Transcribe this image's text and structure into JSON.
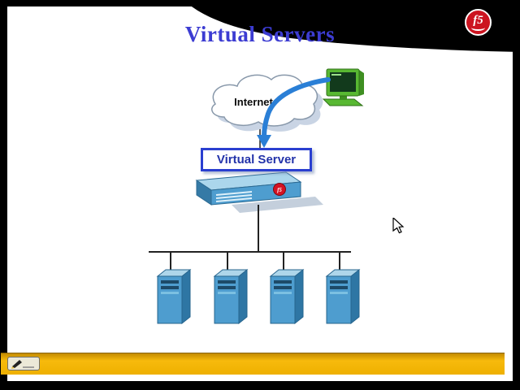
{
  "slide": {
    "title": "Virtual Servers",
    "brand": "f5"
  },
  "diagram": {
    "internet_label": "Internet",
    "virtual_server_label": "Virtual Server",
    "pool_server_count": 4
  },
  "toolbar": {
    "annotation_tool_icon": "pen-icon"
  },
  "colors": {
    "title_text": "#3c3cd2",
    "virtual_server_border": "#2a3fd0",
    "arrow_blue": "#2a7fd6",
    "device_blue": "#4e9dcf",
    "server_blue": "#4e9dcf",
    "bottom_bar": "#eeb000",
    "logo_red": "#cc1420",
    "background": "#000000"
  }
}
